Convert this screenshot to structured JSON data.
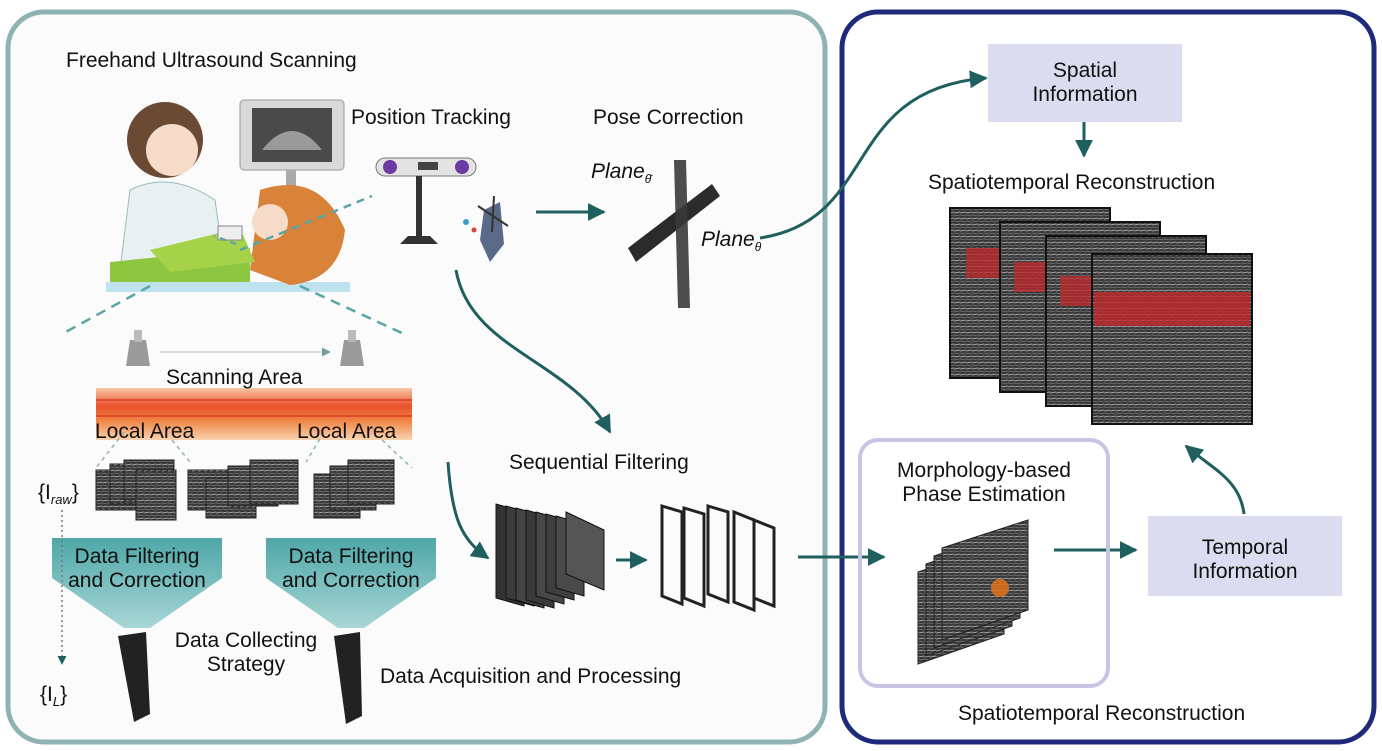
{
  "left_panel": {
    "title": "Freehand Ultrasound Scanning",
    "position_tracking": "Position Tracking",
    "pose_correction": "Pose Correction",
    "plane_bar": "Plane",
    "plane_bar_sub": "θ̄",
    "plane": "Plane",
    "plane_sub": "θ",
    "scanning_area": "Scanning Area",
    "local_area_1": "Local Area",
    "local_area_2": "Local Area",
    "iraw_open": "{I",
    "iraw_sub": "raw",
    "iraw_close": "}",
    "il_open": "{I",
    "il_sub": "L",
    "il_close": "}",
    "filter1_line1": "Data Filtering",
    "filter1_line2": "and Correction",
    "filter2_line1": "Data Filtering",
    "filter2_line2": "and Correction",
    "strategy_line1": "Data Collecting",
    "strategy_line2": "Strategy",
    "sequential_filtering": "Sequential Filtering",
    "footer": "Data Acquisition and Processing"
  },
  "right_panel": {
    "spatial_line1": "Spatial",
    "spatial_line2": "Information",
    "recon_title": "Spatiotemporal Reconstruction",
    "morph_line1": "Morphology-based",
    "morph_line2": "Phase Estimation",
    "temporal_line1": "Temporal",
    "temporal_line2": "Information",
    "footer": "Spatiotemporal Reconstruction"
  },
  "colors": {
    "left_border": "#8fb3b3",
    "right_border": "#1f2a7a",
    "arrow": "#1f5f5f",
    "info_box": "#dcdcf0",
    "filter_trapezoid": "#6fb9b9",
    "scan_band": "#e8502a",
    "tissue_red": "#c0282c"
  }
}
